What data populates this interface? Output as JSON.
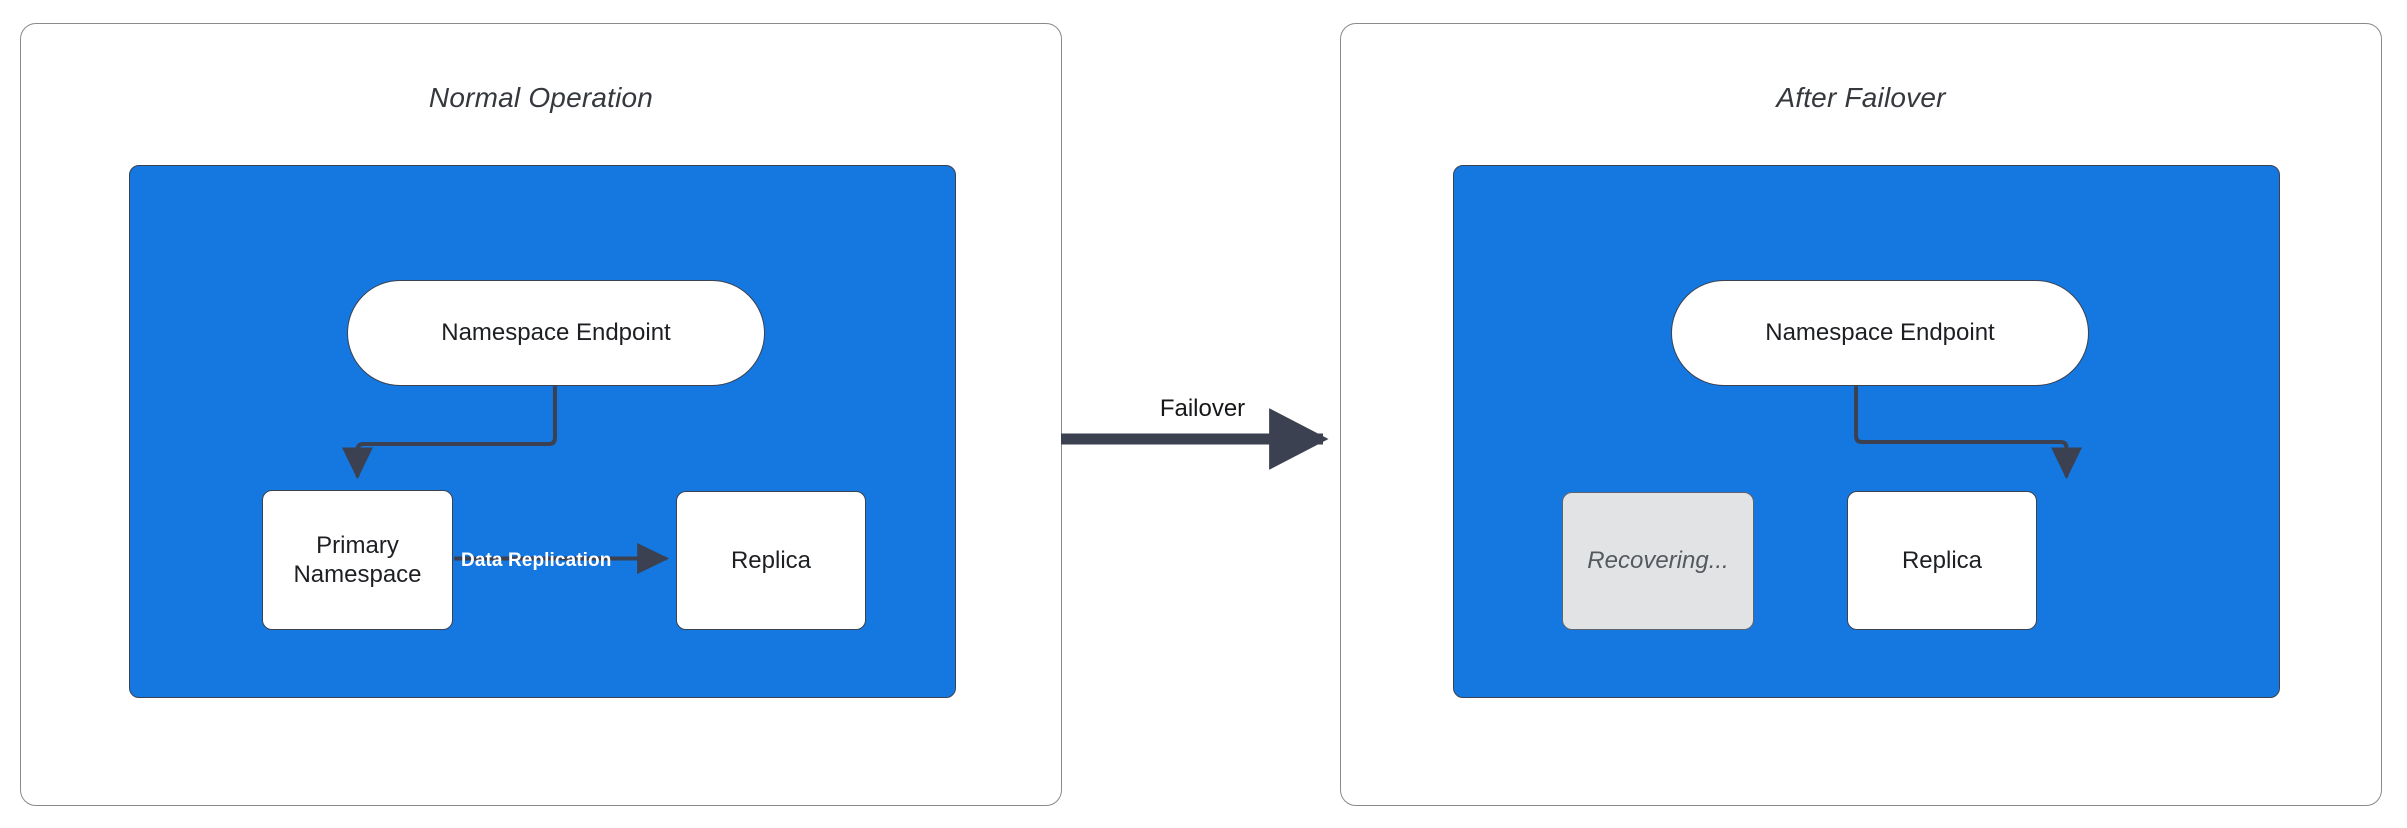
{
  "diagram": {
    "type": "failover-architecture-comparison",
    "background_color": "#ffffff",
    "accent_color": "#1478e0",
    "stroke_color": "#3b4150",
    "panels": [
      {
        "id": "normal",
        "title": "Normal Operation",
        "nodes": [
          {
            "id": "endpoint",
            "label": "Namespace Endpoint",
            "shape": "pill",
            "state": "active"
          },
          {
            "id": "primary",
            "label": "Primary\nNamespace",
            "label_line1": "Primary",
            "label_line2": "Namespace",
            "shape": "rect",
            "state": "active"
          },
          {
            "id": "replica",
            "label": "Replica",
            "shape": "rect",
            "state": "active"
          }
        ],
        "edges": [
          {
            "from": "endpoint",
            "to": "primary",
            "label": "",
            "style": "elbow-arrow"
          },
          {
            "from": "primary",
            "to": "replica",
            "label": "Data Replication",
            "style": "straight-arrow"
          }
        ]
      },
      {
        "id": "failover",
        "title": "After Failover",
        "nodes": [
          {
            "id": "endpoint",
            "label": "Namespace Endpoint",
            "shape": "pill",
            "state": "active"
          },
          {
            "id": "recovering",
            "label": "Recovering...",
            "shape": "rect",
            "state": "dimmed"
          },
          {
            "id": "replica",
            "label": "Replica",
            "shape": "rect",
            "state": "active"
          }
        ],
        "edges": [
          {
            "from": "endpoint",
            "to": "replica",
            "label": "",
            "style": "elbow-arrow"
          }
        ]
      }
    ],
    "transition": {
      "label": "Failover",
      "direction": "left-to-right",
      "arrow_color": "#3b4150"
    }
  }
}
